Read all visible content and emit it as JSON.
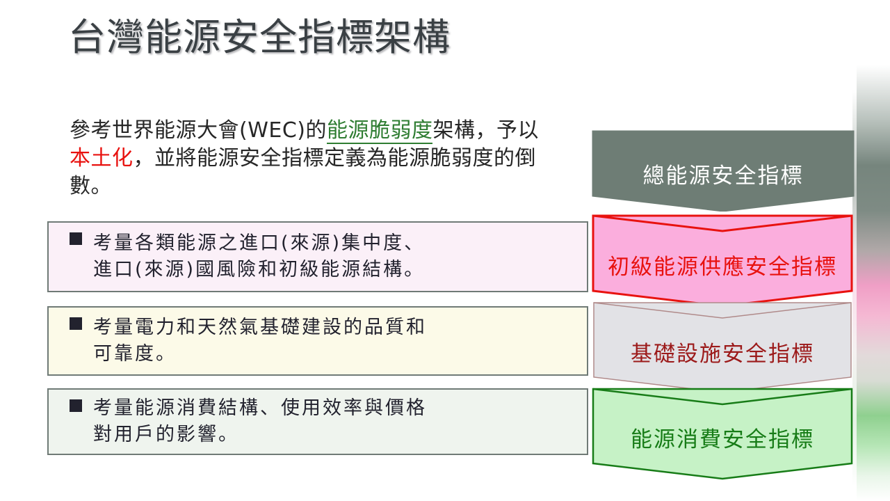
{
  "slide": {
    "title": "台灣能源安全指標架構",
    "background_color": "#ffffff",
    "title_color": "#3a4044"
  },
  "intro": {
    "part1": "參考世界能源大會(WEC)的",
    "highlight_green": "能源脆弱度",
    "part2": "架構，予以",
    "highlight_red": "本土化",
    "part3": "，並將能源安全指標定義為能源脆弱度的倒數。",
    "green_color": "#2f7d32",
    "red_color": "#e8120f"
  },
  "descriptions": [
    {
      "bullet": "■",
      "line1": "考量各類能源之進口(來源)集中度、",
      "line2": "進口(來源)國風險和初級能源結構。",
      "fill": "#fbf0f8",
      "border": "#6f7a76"
    },
    {
      "bullet": "■",
      "line1": "考量電力和天然氣基礎建設的品質和",
      "line2": "可靠度。",
      "fill": "#fcfae8",
      "border": "#6f7a76"
    },
    {
      "bullet": "■",
      "line1": "考量能源消費結構、使用效率與價格",
      "line2": "對用戶的影響。",
      "fill": "#eff4ee",
      "border": "#6f7a76"
    }
  ],
  "chevrons": [
    {
      "label": "總能源安全指標",
      "fill": "#6e7d75",
      "stroke": "#6e7d75",
      "text_color": "#ffffff"
    },
    {
      "label": "初級能源供應安全指標",
      "fill": "#fbaedd",
      "stroke": "#e8120f",
      "text_color": "#e8120f"
    },
    {
      "label": "基礎設施安全指標",
      "fill": "#e2e2e6",
      "stroke": "#b08a8a",
      "text_color": "#9c1a1a"
    },
    {
      "label": "能源消費安全指標",
      "fill": "#c6f2c6",
      "stroke": "#177c17",
      "text_color": "#177c17"
    }
  ],
  "decoration": {
    "edge_strip": "gradient-strip-right"
  }
}
